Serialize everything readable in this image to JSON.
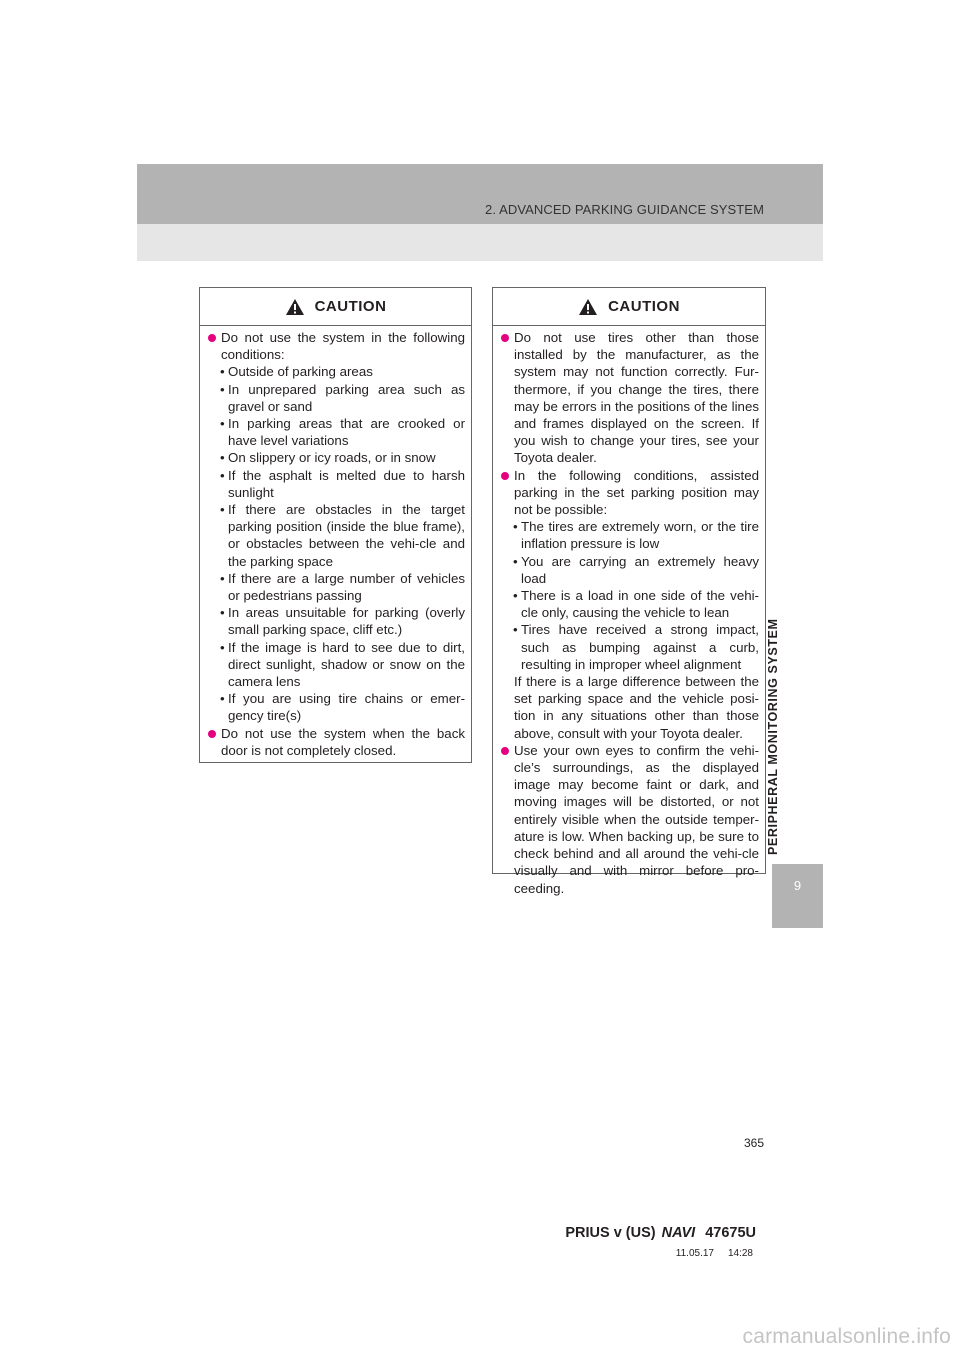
{
  "header": {
    "section_title": "2. ADVANCED PARKING GUIDANCE SYSTEM"
  },
  "side_tab": {
    "label": "PERIPHERAL MONITORING SYSTEM",
    "chapter_number": "9"
  },
  "caution_left": {
    "title": "CAUTION",
    "icon": "warning-triangle-icon",
    "bullets": [
      {
        "text": "Do not use the system in the following conditions:",
        "subitems": [
          "Outside of parking areas",
          "In unprepared parking area such as gravel or sand",
          "In parking areas that are crooked or have level variations",
          "On slippery or icy roads, or in snow",
          "If the asphalt is melted due to harsh sunlight",
          "If there are obstacles in the target parking position (inside the blue frame), or obstacles between the vehi-cle and the parking space",
          "If there are a large number of vehicles or pedestrians passing",
          "In areas unsuitable for parking (overly small parking space, cliff etc.)",
          "If the image is hard to see due to dirt, direct sunlight, shadow or snow on the camera lens",
          "If you are using tire chains or emer-gency tire(s)"
        ]
      },
      {
        "text": "Do not use the system when the back door is not completely closed."
      }
    ]
  },
  "caution_right": {
    "title": "CAUTION",
    "icon": "warning-triangle-icon",
    "bullets": [
      {
        "text": "Do not use tires other than those installed by the manufacturer, as the system may not function correctly. Fur-thermore, if you change the tires, there may be errors in the positions of the lines and frames displayed on the screen. If you wish to change your tires, see your Toyota dealer."
      },
      {
        "text": "In the following conditions, assisted parking in the set parking position may not be possible:",
        "subitems": [
          "The tires are extremely worn, or the tire inflation pressure is low",
          "You are carrying an extremely heavy load",
          "There is a load in one side of the vehi-cle only, causing the vehicle to lean",
          "Tires have received a strong impact, such as bumping against a curb, resulting in improper wheel alignment"
        ],
        "note": "If there is a large difference between the set parking space and the vehicle posi-tion in any situations other than those above, consult with your Toyota dealer."
      },
      {
        "text": "Use your own eyes to confirm the vehi-cle’s surroundings, as the displayed image may become faint or dark, and moving images will be distorted, or not entirely visible when the outside temper-ature is low. When backing up, be sure to check behind and all around the vehi-cle visually and with mirror before pro-ceeding."
      }
    ]
  },
  "footer": {
    "page_number": "365",
    "model": "PRIUS v (US)",
    "navi": "NAVI",
    "code": "47675U",
    "date": "11.05.17",
    "time": "14:28"
  },
  "watermark": "carmanualsonline.info",
  "colors": {
    "bullet_accent": "#e4007f",
    "header_band": "#b3b3b3",
    "header_band_light": "#e6e6e6"
  }
}
